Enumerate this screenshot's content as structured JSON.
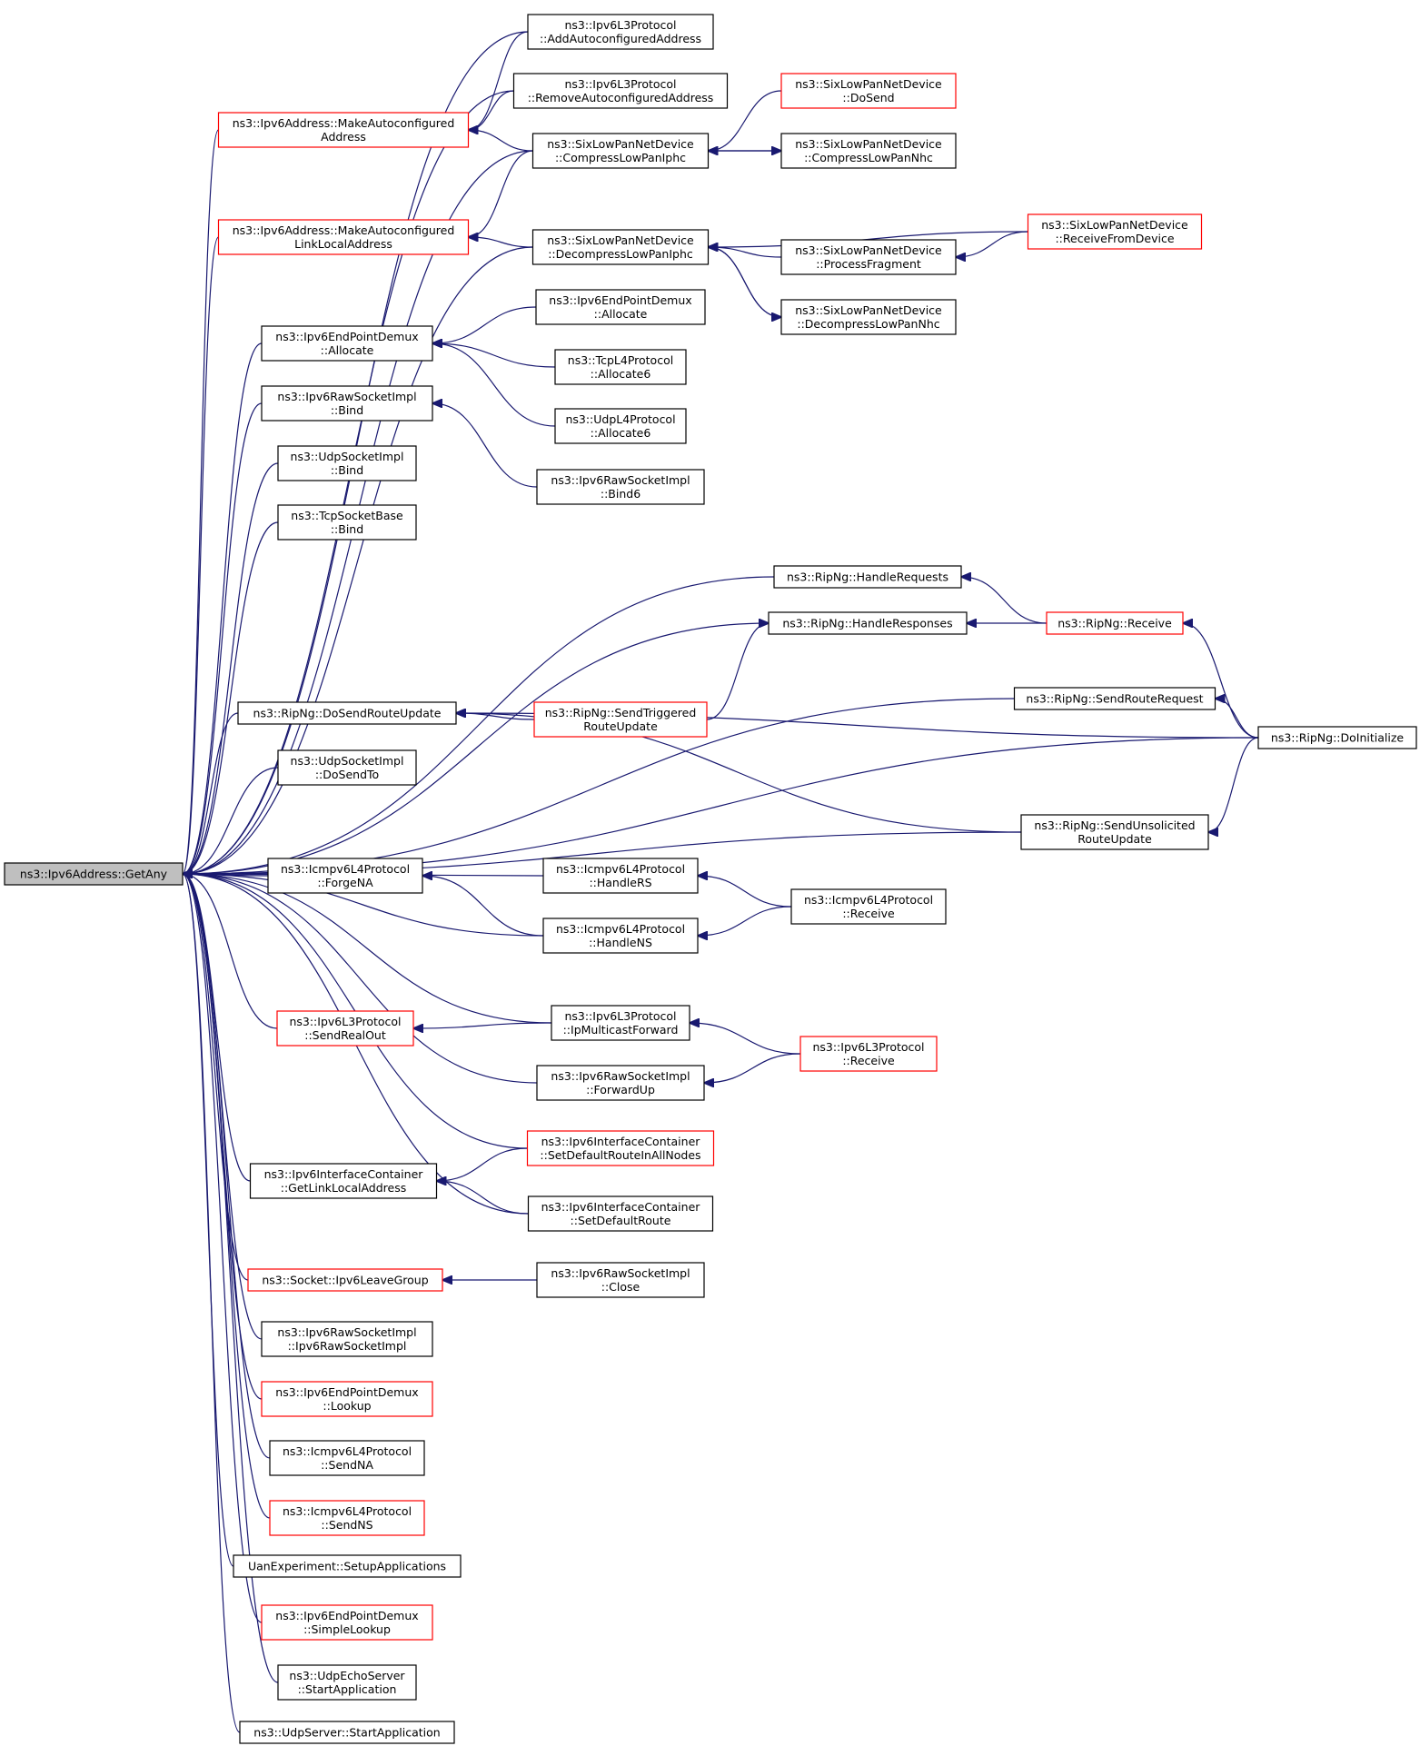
{
  "graph": {
    "root": "r",
    "nodes": [
      {
        "id": "r",
        "lines": [
          "ns3::Ipv6Address::GetAny"
        ],
        "style": "root"
      },
      {
        "id": "mkA",
        "lines": [
          "ns3::Ipv6Address::MakeAutoconfigured",
          "Address"
        ],
        "style": "red"
      },
      {
        "id": "mkLL",
        "lines": [
          "ns3::Ipv6Address::MakeAutoconfigured",
          "LinkLocalAddress"
        ],
        "style": "red"
      },
      {
        "id": "epAl",
        "lines": [
          "ns3::Ipv6EndPointDemux",
          "::Allocate"
        ],
        "style": "black"
      },
      {
        "id": "rawB",
        "lines": [
          "ns3::Ipv6RawSocketImpl",
          "::Bind"
        ],
        "style": "black"
      },
      {
        "id": "udpB",
        "lines": [
          "ns3::UdpSocketImpl",
          "::Bind"
        ],
        "style": "black"
      },
      {
        "id": "tcpB",
        "lines": [
          "ns3::TcpSocketBase",
          "::Bind"
        ],
        "style": "black"
      },
      {
        "id": "dsru",
        "lines": [
          "ns3::RipNg::DoSendRouteUpdate"
        ],
        "style": "black"
      },
      {
        "id": "udST",
        "lines": [
          "ns3::UdpSocketImpl",
          "::DoSendTo"
        ],
        "style": "black"
      },
      {
        "id": "fNA",
        "lines": [
          "ns3::Icmpv6L4Protocol",
          "::ForgeNA"
        ],
        "style": "black"
      },
      {
        "id": "sRO",
        "lines": [
          "ns3::Ipv6L3Protocol",
          "::SendRealOut"
        ],
        "style": "red"
      },
      {
        "id": "gLLA",
        "lines": [
          "ns3::Ipv6InterfaceContainer",
          "::GetLinkLocalAddress"
        ],
        "style": "black"
      },
      {
        "id": "leave",
        "lines": [
          "ns3::Socket::Ipv6LeaveGroup"
        ],
        "style": "red"
      },
      {
        "id": "rawI",
        "lines": [
          "ns3::Ipv6RawSocketImpl",
          "::Ipv6RawSocketImpl"
        ],
        "style": "black"
      },
      {
        "id": "lkp",
        "lines": [
          "ns3::Ipv6EndPointDemux",
          "::Lookup"
        ],
        "style": "red"
      },
      {
        "id": "sNA",
        "lines": [
          "ns3::Icmpv6L4Protocol",
          "::SendNA"
        ],
        "style": "black"
      },
      {
        "id": "sNS",
        "lines": [
          "ns3::Icmpv6L4Protocol",
          "::SendNS"
        ],
        "style": "red"
      },
      {
        "id": "uan",
        "lines": [
          "UanExperiment::SetupApplications"
        ],
        "style": "black"
      },
      {
        "id": "sLkp",
        "lines": [
          "ns3::Ipv6EndPointDemux",
          "::SimpleLookup"
        ],
        "style": "red"
      },
      {
        "id": "echo",
        "lines": [
          "ns3::UdpEchoServer",
          "::StartApplication"
        ],
        "style": "black"
      },
      {
        "id": "usrv",
        "lines": [
          "ns3::UdpServer::StartApplication"
        ],
        "style": "black"
      },
      {
        "id": "addA",
        "lines": [
          "ns3::Ipv6L3Protocol",
          "::AddAutoconfiguredAddress"
        ],
        "style": "black"
      },
      {
        "id": "remA",
        "lines": [
          "ns3::Ipv6L3Protocol",
          "::RemoveAutoconfiguredAddress"
        ],
        "style": "black"
      },
      {
        "id": "cLP",
        "lines": [
          "ns3::SixLowPanNetDevice",
          "::CompressLowPanIphc"
        ],
        "style": "black"
      },
      {
        "id": "dLP",
        "lines": [
          "ns3::SixLowPanNetDevice",
          "::DecompressLowPanIphc"
        ],
        "style": "black"
      },
      {
        "id": "epAl2",
        "lines": [
          "ns3::Ipv6EndPointDemux",
          "::Allocate"
        ],
        "style": "black"
      },
      {
        "id": "tcpA6",
        "lines": [
          "ns3::TcpL4Protocol",
          "::Allocate6"
        ],
        "style": "black"
      },
      {
        "id": "udpA6",
        "lines": [
          "ns3::UdpL4Protocol",
          "::Allocate6"
        ],
        "style": "black"
      },
      {
        "id": "bind6",
        "lines": [
          "ns3::Ipv6RawSocketImpl",
          "::Bind6"
        ],
        "style": "black"
      },
      {
        "id": "hReq",
        "lines": [
          "ns3::RipNg::HandleRequests"
        ],
        "style": "black"
      },
      {
        "id": "hResp",
        "lines": [
          "ns3::RipNg::HandleResponses"
        ],
        "style": "black"
      },
      {
        "id": "sTRU",
        "lines": [
          "ns3::RipNg::SendTriggered",
          "RouteUpdate"
        ],
        "style": "red"
      },
      {
        "id": "hRS",
        "lines": [
          "ns3::Icmpv6L4Protocol",
          "::HandleRS"
        ],
        "style": "black"
      },
      {
        "id": "hNS",
        "lines": [
          "ns3::Icmpv6L4Protocol",
          "::HandleNS"
        ],
        "style": "black"
      },
      {
        "id": "ipMF",
        "lines": [
          "ns3::Ipv6L3Protocol",
          "::IpMulticastForward"
        ],
        "style": "black"
      },
      {
        "id": "fwUp",
        "lines": [
          "ns3::Ipv6RawSocketImpl",
          "::ForwardUp"
        ],
        "style": "black"
      },
      {
        "id": "sDRA",
        "lines": [
          "ns3::Ipv6InterfaceContainer",
          "::SetDefaultRouteInAllNodes"
        ],
        "style": "red"
      },
      {
        "id": "sDR",
        "lines": [
          "ns3::Ipv6InterfaceContainer",
          "::SetDefaultRoute"
        ],
        "style": "black"
      },
      {
        "id": "close",
        "lines": [
          "ns3::Ipv6RawSocketImpl",
          "::Close"
        ],
        "style": "black"
      },
      {
        "id": "doSnd",
        "lines": [
          "ns3::SixLowPanNetDevice",
          "::DoSend"
        ],
        "style": "red"
      },
      {
        "id": "cNhc",
        "lines": [
          "ns3::SixLowPanNetDevice",
          "::CompressLowPanNhc"
        ],
        "style": "black"
      },
      {
        "id": "pFrag",
        "lines": [
          "ns3::SixLowPanNetDevice",
          "::ProcessFragment"
        ],
        "style": "black"
      },
      {
        "id": "dNhc",
        "lines": [
          "ns3::SixLowPanNetDevice",
          "::DecompressLowPanNhc"
        ],
        "style": "black"
      },
      {
        "id": "rcvD",
        "lines": [
          "ns3::SixLowPanNetDevice",
          "::ReceiveFromDevice"
        ],
        "style": "red"
      },
      {
        "id": "ripR",
        "lines": [
          "ns3::RipNg::Receive"
        ],
        "style": "red"
      },
      {
        "id": "sRR",
        "lines": [
          "ns3::RipNg::SendRouteRequest"
        ],
        "style": "black"
      },
      {
        "id": "sURU",
        "lines": [
          "ns3::RipNg::SendUnsolicited",
          "RouteUpdate"
        ],
        "style": "black"
      },
      {
        "id": "doIn",
        "lines": [
          "ns3::RipNg::DoInitialize"
        ],
        "style": "black"
      },
      {
        "id": "icR",
        "lines": [
          "ns3::Icmpv6L4Protocol",
          "::Receive"
        ],
        "style": "black"
      },
      {
        "id": "ipR",
        "lines": [
          "ns3::Ipv6L3Protocol",
          "::Receive"
        ],
        "style": "red"
      }
    ],
    "edges": [
      [
        "addA",
        "r"
      ],
      [
        "remA",
        "r"
      ],
      [
        "mkA",
        "r"
      ],
      [
        "cLP",
        "r"
      ],
      [
        "mkLL",
        "r"
      ],
      [
        "dLP",
        "r"
      ],
      [
        "epAl",
        "r"
      ],
      [
        "rawB",
        "r"
      ],
      [
        "udpB",
        "r"
      ],
      [
        "tcpB",
        "r"
      ],
      [
        "hReq",
        "r"
      ],
      [
        "hResp",
        "r"
      ],
      [
        "sRR",
        "r"
      ],
      [
        "dsru",
        "r"
      ],
      [
        "doIn",
        "r"
      ],
      [
        "sURU",
        "r"
      ],
      [
        "udST",
        "r"
      ],
      [
        "hRS",
        "r"
      ],
      [
        "fNA",
        "r"
      ],
      [
        "hNS",
        "r"
      ],
      [
        "ipMF",
        "r"
      ],
      [
        "sRO",
        "r"
      ],
      [
        "fwUp",
        "r"
      ],
      [
        "sDRA",
        "r"
      ],
      [
        "gLLA",
        "r"
      ],
      [
        "sDR",
        "r"
      ],
      [
        "leave",
        "r"
      ],
      [
        "rawI",
        "r"
      ],
      [
        "lkp",
        "r"
      ],
      [
        "sNA",
        "r"
      ],
      [
        "sNS",
        "r"
      ],
      [
        "uan",
        "r"
      ],
      [
        "sLkp",
        "r"
      ],
      [
        "echo",
        "r"
      ],
      [
        "usrv",
        "r"
      ],
      [
        "addA",
        "mkA"
      ],
      [
        "remA",
        "mkA"
      ],
      [
        "cLP",
        "mkA"
      ],
      [
        "cLP",
        "mkLL"
      ],
      [
        "dLP",
        "mkLL"
      ],
      [
        "doSnd",
        "cLP"
      ],
      [
        "cNhc",
        "cLP"
      ],
      [
        "cLP",
        "cNhc"
      ],
      [
        "rcvD",
        "dLP"
      ],
      [
        "pFrag",
        "dLP"
      ],
      [
        "dNhc",
        "dLP"
      ],
      [
        "dLP",
        "dNhc"
      ],
      [
        "rcvD",
        "pFrag"
      ],
      [
        "epAl2",
        "epAl"
      ],
      [
        "tcpA6",
        "epAl"
      ],
      [
        "udpA6",
        "epAl"
      ],
      [
        "bind6",
        "rawB"
      ],
      [
        "ripR",
        "hReq"
      ],
      [
        "ripR",
        "hResp"
      ],
      [
        "sTRU",
        "hResp"
      ],
      [
        "sTRU",
        "dsru"
      ],
      [
        "doIn",
        "dsru"
      ],
      [
        "sURU",
        "dsru"
      ],
      [
        "doIn",
        "ripR"
      ],
      [
        "doIn",
        "sRR"
      ],
      [
        "doIn",
        "sURU"
      ],
      [
        "hNS",
        "fNA"
      ],
      [
        "icR",
        "hRS"
      ],
      [
        "icR",
        "hNS"
      ],
      [
        "ipMF",
        "sRO"
      ],
      [
        "ipR",
        "ipMF"
      ],
      [
        "ipR",
        "fwUp"
      ],
      [
        "sDRA",
        "gLLA"
      ],
      [
        "sDR",
        "gLLA"
      ],
      [
        "close",
        "leave"
      ]
    ]
  }
}
